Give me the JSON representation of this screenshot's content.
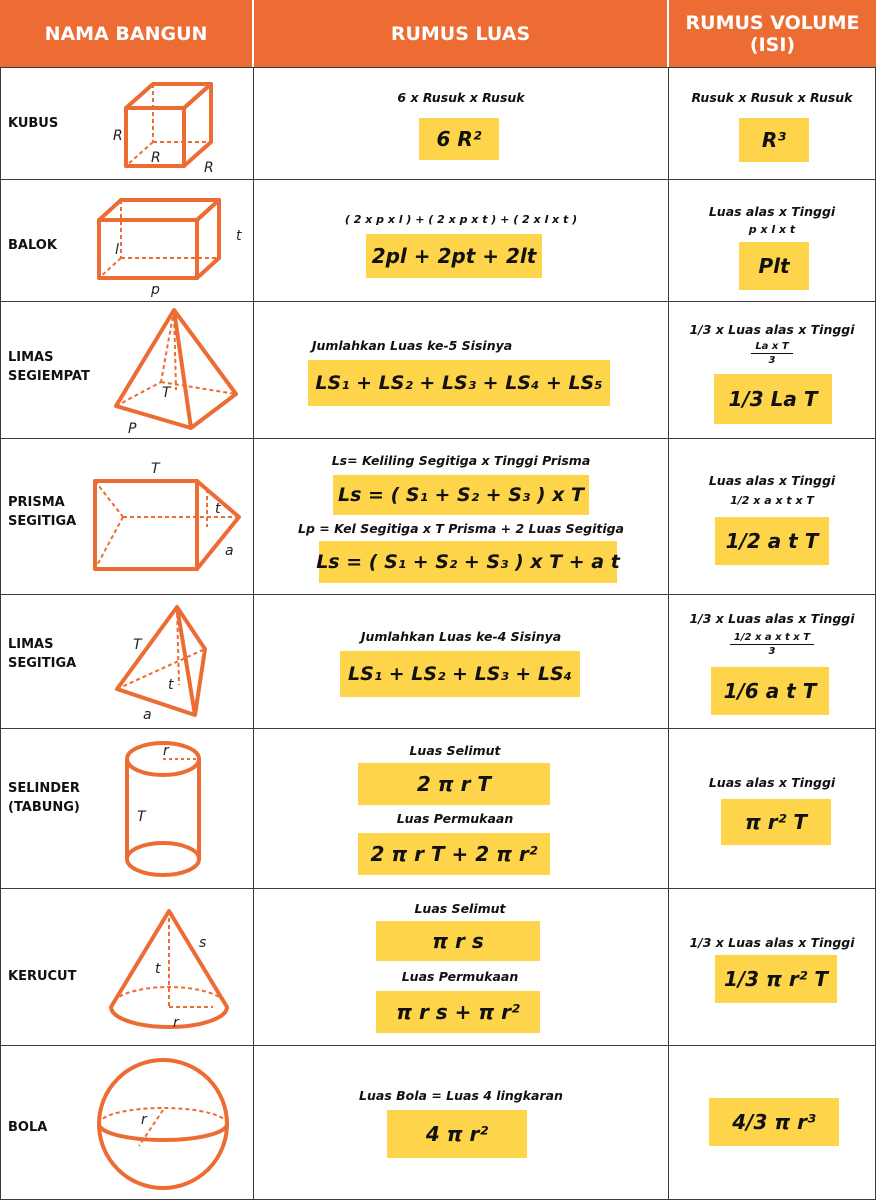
{
  "header": {
    "col1": "NAMA BANGUN",
    "col2": "RUMUS LUAS",
    "col3_line1": "RUMUS VOLUME",
    "col3_line2": "(ISI)"
  },
  "rows": [
    {
      "name_lines": [
        "KUBUS"
      ],
      "labels": [
        "R",
        "R",
        "R"
      ],
      "luas": {
        "caption": "6 x Rusuk x Rusuk",
        "formula": "6 R²"
      },
      "volume": {
        "caption": "Rusuk x Rusuk x Rusuk",
        "formula": "R³"
      }
    },
    {
      "name_lines": [
        "BALOK"
      ],
      "labels": [
        "l",
        "t",
        "p"
      ],
      "luas": {
        "caption": "( 2 x p x l ) + ( 2 x p x t ) + ( 2 x l x t )",
        "formula": "2pl + 2pt + 2lt"
      },
      "volume": {
        "caption": "Luas alas x Tinggi",
        "caption2": "p x l x t",
        "formula": "Plt"
      }
    },
    {
      "name_lines": [
        "LIMAS",
        "SEGIEMPAT"
      ],
      "labels": [
        "T",
        "P"
      ],
      "luas": {
        "caption": "Jumlahkan Luas ke-5 Sisinya",
        "formula": "LS₁ + LS₂ + LS₃ + LS₄ + LS₅"
      },
      "volume": {
        "caption": "1/3 x Luas alas x Tinggi",
        "frac_num": "La x T",
        "frac_den": "3",
        "formula": "1/3  La  T"
      }
    },
    {
      "name_lines": [
        "PRISMA",
        "SEGITIGA"
      ],
      "labels": [
        "T",
        "t",
        "a"
      ],
      "luas": {
        "caption": "Ls= Keliling Segitiga x Tinggi Prisma",
        "formula": "Ls = ( S₁ + S₂ + S₃ ) x T",
        "caption2": "Lp = Kel Segitiga x T Prisma + 2 Luas Segitiga",
        "formula2": "Ls = ( S₁ + S₂ + S₃ ) x T + a t"
      },
      "volume": {
        "caption": "Luas alas x Tinggi",
        "caption2": "1/2 x a x t x T",
        "formula": "1/2 a t T"
      }
    },
    {
      "name_lines": [
        "LIMAS",
        "SEGITIGA"
      ],
      "labels": [
        "T",
        "t",
        "a"
      ],
      "luas": {
        "caption": "Jumlahkan Luas ke-4 Sisinya",
        "formula": "LS₁ + LS₂ + LS₃ + LS₄"
      },
      "volume": {
        "caption": "1/3 x Luas alas x Tinggi",
        "frac_num": "1/2 x a x t x T",
        "frac_den": "3",
        "formula": "1/6 a t T"
      }
    },
    {
      "name_lines": [
        "SELINDER",
        "(TABUNG)"
      ],
      "labels": [
        "r",
        "T"
      ],
      "luas": {
        "caption": "Luas Selimut",
        "formula": "2 π r T",
        "caption2": "Luas Permukaan",
        "formula2": "2 π r T + 2 π r²"
      },
      "volume": {
        "caption": "Luas alas x Tinggi",
        "formula": "π  r² T"
      }
    },
    {
      "name_lines": [
        "KERUCUT"
      ],
      "labels": [
        "s",
        "t",
        "r"
      ],
      "luas": {
        "caption": "Luas Selimut",
        "formula": "π r s",
        "caption2": "Luas Permukaan",
        "formula2": "π  r s +  π  r²"
      },
      "volume": {
        "caption": "1/3 x Luas alas x Tinggi",
        "formula": "1/3  π  r² T"
      }
    },
    {
      "name_lines": [
        "BOLA"
      ],
      "labels": [
        "r"
      ],
      "luas": {
        "caption": "Luas Bola = Luas 4 lingkaran",
        "formula": "4 π r²"
      },
      "volume": {
        "formula": "4/3  π  r³"
      }
    }
  ],
  "colors": {
    "header": "#ec6c33",
    "shape_stroke": "#ec6c33",
    "formula_box": "#fdd44a",
    "grid": "#3a3a3a"
  }
}
